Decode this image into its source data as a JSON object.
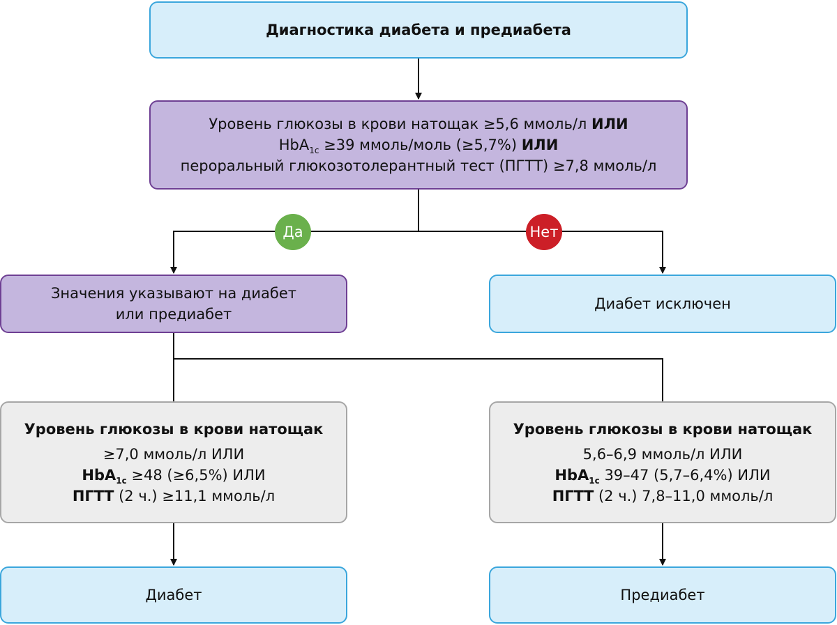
{
  "colors": {
    "blue_fill": "#d7eefa",
    "blue_border": "#3aa6dc",
    "purple_fill": "#c4b6de",
    "purple_border": "#6e3f93",
    "grey_fill": "#ededed",
    "grey_border": "#a6a6a6",
    "yes_badge": "#6ab04c",
    "no_badge": "#cc1f27"
  },
  "title": "Диагностика диабета и предиабета",
  "criteria": {
    "line1_text": "Уровень глюкозы в крови натощак ≥5,6 ммоль/л",
    "line1_or": "ИЛИ",
    "line2_prefix": "HbA",
    "line2_sub": "1c",
    "line2_text": " ≥39 ммоль/моль (≥5,7%)",
    "line2_or": "ИЛИ",
    "line3_text": "пероральный глюкозотолерантный тест (ПГТТ) ≥7,8 ммоль/л"
  },
  "yes_label": "Да",
  "no_label": "Нет",
  "indicates": {
    "line1": "Значения указывают на диабет",
    "line2": "или предиабет"
  },
  "excluded": "Диабет исключен",
  "left_criteria": {
    "heading": "Уровень глюкозы в крови натощак",
    "line1": "≥7,0 ммоль/л ИЛИ",
    "hba_prefix": "HbA",
    "hba_sub": "1c",
    "hba_text": " ≥48 (≥6,5%) ИЛИ",
    "ogtt_label": "ПГТТ",
    "ogtt_text": " (2 ч.) ≥11,1 ммоль/л"
  },
  "right_criteria": {
    "heading": "Уровень глюкозы в крови натощак",
    "line1": "5,6–6,9 ммоль/л ИЛИ",
    "hba_prefix": "HbA",
    "hba_sub": "1c",
    "hba_text": " 39–47 (5,7–6,4%) ИЛИ",
    "ogtt_label": "ПГТТ",
    "ogtt_text": " (2 ч.) 7,8–11,0 ммоль/л"
  },
  "diabetes": "Диабет",
  "prediabetes": "Предиабет"
}
